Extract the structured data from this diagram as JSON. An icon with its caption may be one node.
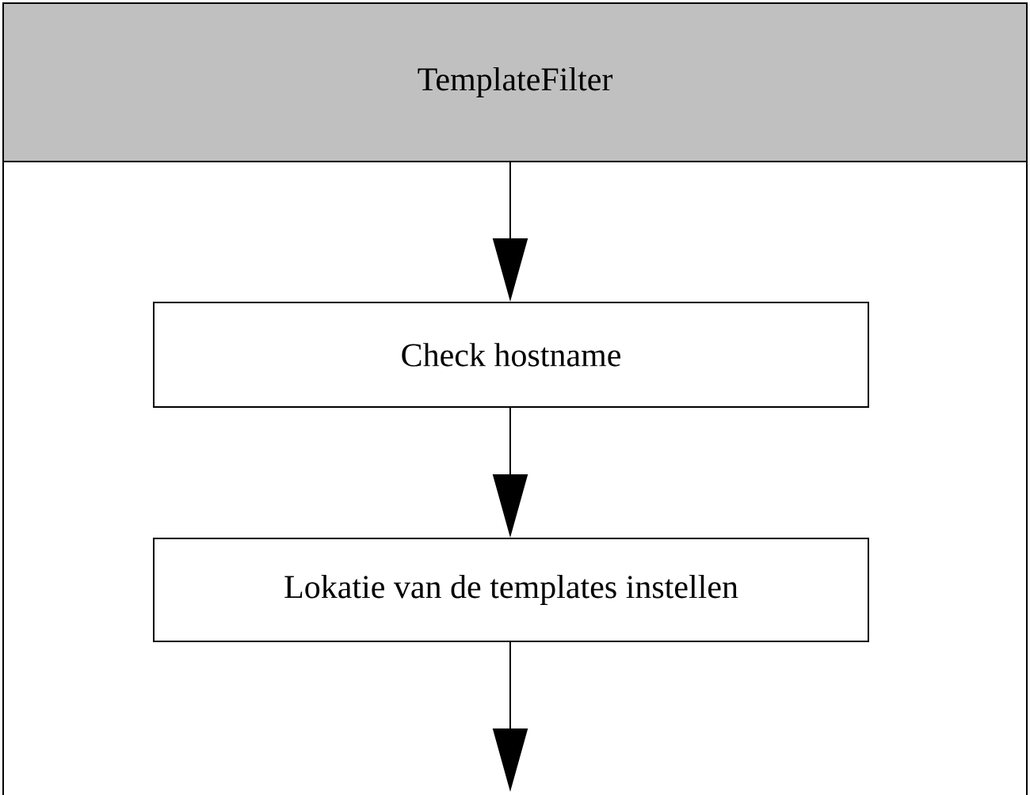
{
  "diagram": {
    "nodes": [
      {
        "text": [
          "TemplateFilter"
        ]
      },
      {
        "text": [
          "Check hostname"
        ]
      },
      {
        "text": [
          "Lokatie van de templates instellen"
        ]
      }
    ],
    "edges": [
      {
        "from": 0,
        "to": 1,
        "arrow": "to"
      },
      {
        "from": 1,
        "to": 2,
        "arrow": "to"
      },
      {
        "from": 2,
        "to": null,
        "arrow": "to"
      }
    ]
  }
}
